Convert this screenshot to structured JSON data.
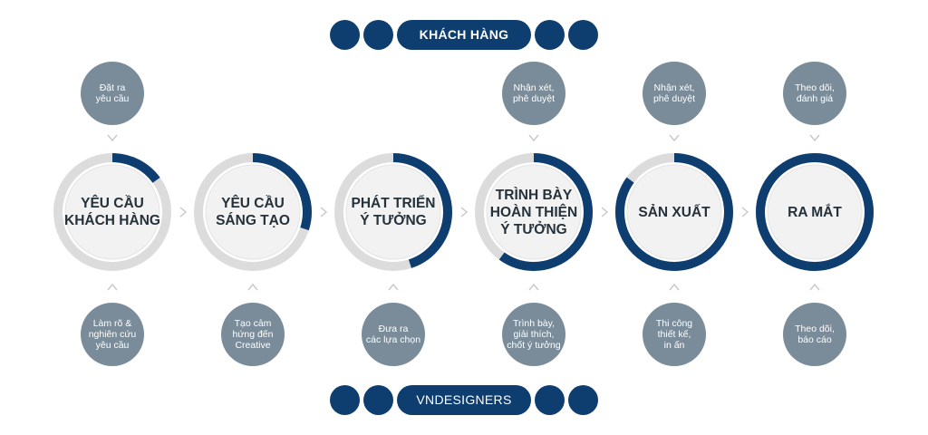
{
  "header": {
    "title": "KHÁCH HÀNG"
  },
  "footer": {
    "title": "VNDESIGNERS"
  },
  "stages": [
    {
      "title": "YÊU CẦU\nKHÁCH HÀNG",
      "progress": 0.15,
      "top_note": "Đặt ra\nyêu cầu",
      "bottom_note": "Làm rõ &\nnghiên cứu\nyêu cầu"
    },
    {
      "title": "YÊU CẦU\nSÁNG TẠO",
      "progress": 0.3,
      "top_note": null,
      "bottom_note": "Tạo cảm\nhứng đến\nCreative"
    },
    {
      "title": "PHÁT TRIỂN\nÝ TƯỞNG",
      "progress": 0.45,
      "top_note": null,
      "bottom_note": "Đưa ra\ncác lựa chọn"
    },
    {
      "title": "TRÌNH BÀY\nHOÀN THIỆN\nÝ TƯỞNG",
      "progress": 0.6,
      "top_note": "Nhận xét,\nphê duyệt",
      "bottom_note": "Trình bày,\ngiải thích,\nchốt ý tưởng"
    },
    {
      "title": "SẢN XUẤT",
      "progress": 0.85,
      "top_note": "Nhận xét,\nphê duyệt",
      "bottom_note": "Thi công\nthiết kế,\nin ấn"
    },
    {
      "title": "RA MẮT",
      "progress": 1.0,
      "top_note": "Theo dõi,\nđánh giá",
      "bottom_note": "Theo dõi,\nbáo cáo"
    }
  ],
  "colors": {
    "navy": "#0e3d6f",
    "ring_gray": "#dcdcdc",
    "inner": "#f2f2f2",
    "bubble_gray": "#7a8c99",
    "chevron": "#c8c8c8"
  }
}
